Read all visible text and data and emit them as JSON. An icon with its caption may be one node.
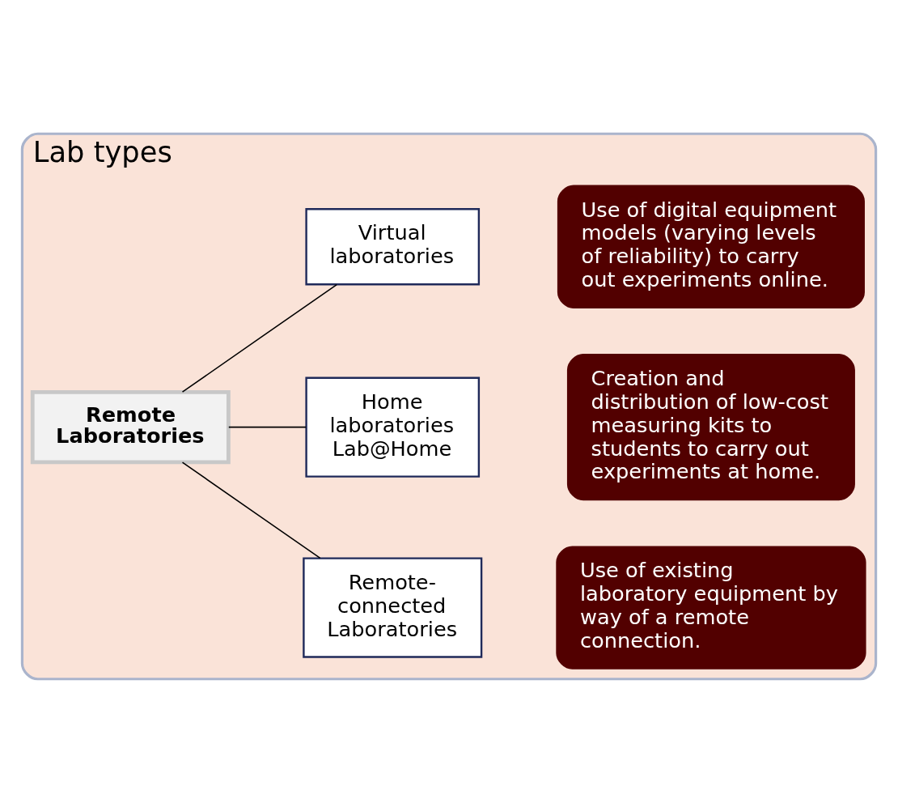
{
  "diagram": {
    "nodes": [
      {
        "text": [
          "Lab types"
        ]
      },
      {
        "text": [
          "Remote Laboratories"
        ],
        "in": 0
      },
      {
        "text": [
          "Remote-connected Laboratories"
        ],
        "in": 0
      },
      {
        "text": [
          "Home laboratories Lab@Home"
        ],
        "in": 0
      },
      {
        "text": [
          "Virtual laboratories"
        ],
        "in": 0
      },
      {
        "text": [
          "Use of existing laboratory equipment by way of a remote connection."
        ],
        "in": 0
      },
      {
        "text": [
          "Creation and distribution of low-cost measuring kits to students to carry out experiments at home."
        ],
        "in": 0
      },
      {
        "text": [
          "Use of digital equipment models (varying levels of reliability) to carry out experiments online."
        ],
        "in": 0
      }
    ],
    "edges": [
      {
        "from": 1,
        "to": 2,
        "arrow": "none"
      },
      {
        "from": 1,
        "to": 3,
        "arrow": "none"
      },
      {
        "from": 1,
        "to": 4,
        "arrow": "none"
      }
    ]
  }
}
